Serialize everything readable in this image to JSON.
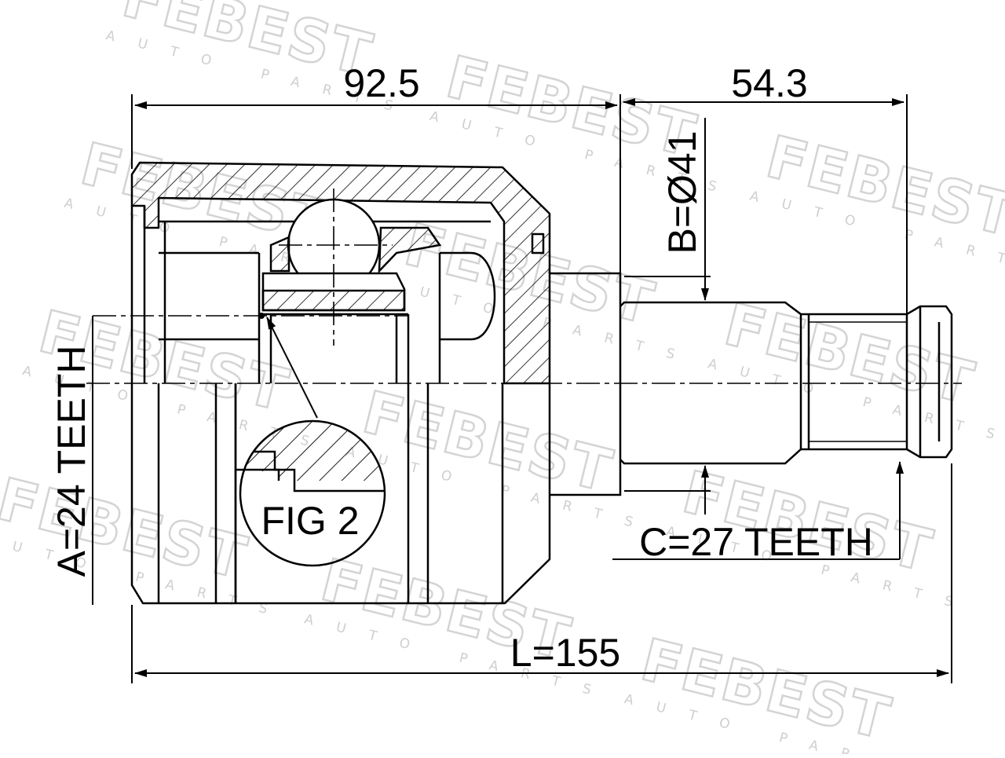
{
  "watermark": {
    "brand": "FEBEST",
    "tagline": "AUTO PARTS"
  },
  "dimensions": {
    "body_length": "92.5",
    "shaft_length": "54.3",
    "seal_diameter": "B=Ø41",
    "inner_spline": "A=24 TEETH",
    "outer_spline": "C=27 TEETH",
    "total_length": "L=155"
  },
  "detail": {
    "label": "FIG 2"
  }
}
